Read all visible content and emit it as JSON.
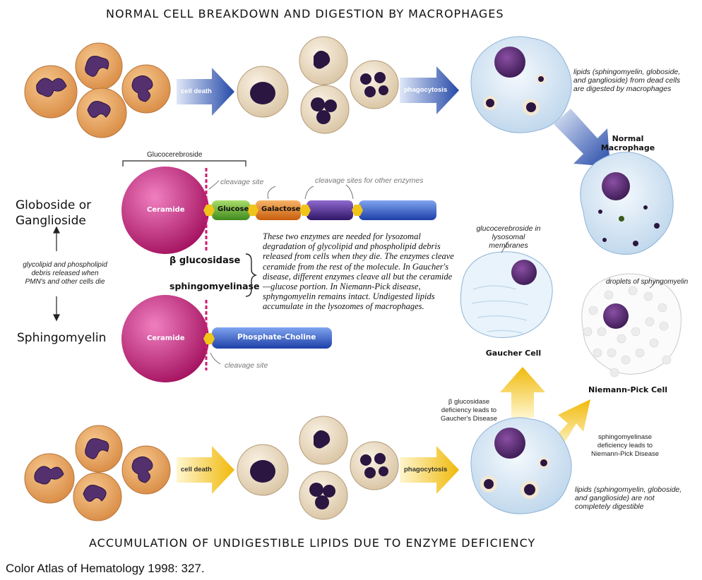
{
  "top_title": "NORMAL CELL BREAKDOWN AND DIGESTION BY MACROPHAGES",
  "bottom_title": "ACCUMULATION OF UNDIGESTIBLE LIPIDS DUE TO ENZYME DEFICIENCY",
  "caption": "Color Atlas of Hematology 1998: 327.",
  "arrows": {
    "cell_death_top": "cell death",
    "phagocytosis_top": "phagocytosis",
    "cell_death_bottom": "cell death",
    "phagocytosis_bottom": "phagocytosis"
  },
  "notes": {
    "lipids_digested": "lipids (sphingomyelin, globoside, and ganglioside) from dead cells are digested by macrophages",
    "normal_macrophage": "Normal Macrophage",
    "glucocerebroside_header": "Glucocerebroside",
    "cleavage_site_top": "cleavage site",
    "cleavage_sites_other": "cleavage sites for other enzymes",
    "cleavage_site_bottom": "cleavage site",
    "glycolipid_debris": "glycolipid and phospholipid debris released when PMN's and other cells die",
    "enzymes_paragraph": "These two enzymes are needed for lysozomal degradation of glycolipid and phospholipid debris released from cells when they die. The enzymes cleave ceramide from the rest of the molecule. In Gaucher's disease, different enzymes cleave all but the ceramide—glucose portion. In Niemann-Pick disease, sphyngomyelin remains intact. Undigested lipids accumulate in the lysozomes of macrophages.",
    "glucocerebroside_membranes": "glucocerebroside in lysosomal membranes",
    "droplets_sphyngomyelin": "droplets of sphyngomyelin",
    "gaucher_cell": "Gaucher Cell",
    "niemann_pick_cell": "Niemann-Pick Cell",
    "beta_deficiency": "β glucosidase deficiency leads to Gaucher's Disease",
    "sphingo_deficiency": "sphingomyelinase deficiency leads to Niemann-Pick Disease",
    "lipids_not_digestible": "lipids (sphingomyelin, globoside, and ganglioside) are not completely digestible"
  },
  "labels": {
    "globoside": "Globoside or Ganglioside",
    "sphingomyelin": "Sphingomyelin",
    "beta_glucosidase": "β glucosidase",
    "sphingomyelinase": "sphingomyelinase"
  },
  "molecule_top": {
    "ceramide": "Ceramide",
    "glucose": "Glucose",
    "galactose": "Galactose"
  },
  "molecule_bottom": {
    "ceramide": "Ceramide",
    "phosphate_choline": "Phosphate-Choline"
  },
  "colors": {
    "ceramide": "#c4207f",
    "glucose": "#5aa02c",
    "galactose": "#e07a1a",
    "purple_block": "#4b2a8a",
    "blue_block": "#2f58c4",
    "hexagon": "#f0c419",
    "cleavage_line": "#d1186e",
    "blue_arrow": "#2e55b8",
    "yellow_arrow": "#f3c21a",
    "pmn_body": "#e7a663",
    "pmn_nucleus": "#55306e",
    "dead_cell_body": "#eadbc3",
    "nucleus_dark": "#2a1640",
    "macrophage": "#cfe1f1"
  }
}
